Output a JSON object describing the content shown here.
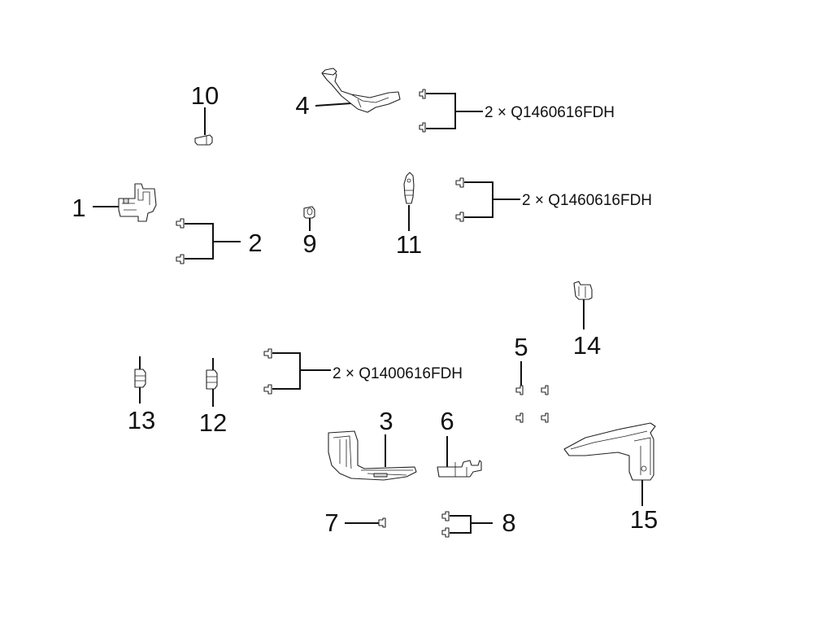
{
  "callouts": {
    "c1": "1",
    "c2": "2",
    "c3": "3",
    "c4": "4",
    "c5": "5",
    "c6": "6",
    "c7": "7",
    "c8": "8",
    "c9": "9",
    "c10": "10",
    "c11": "11",
    "c12": "12",
    "c13": "13",
    "c14": "14",
    "c15": "15"
  },
  "fastener_notes": {
    "note_a": "2 × Q1460616FDH",
    "note_b": "2 × Q1460616FDH",
    "note_c": "2 × Q1400616FDH"
  }
}
